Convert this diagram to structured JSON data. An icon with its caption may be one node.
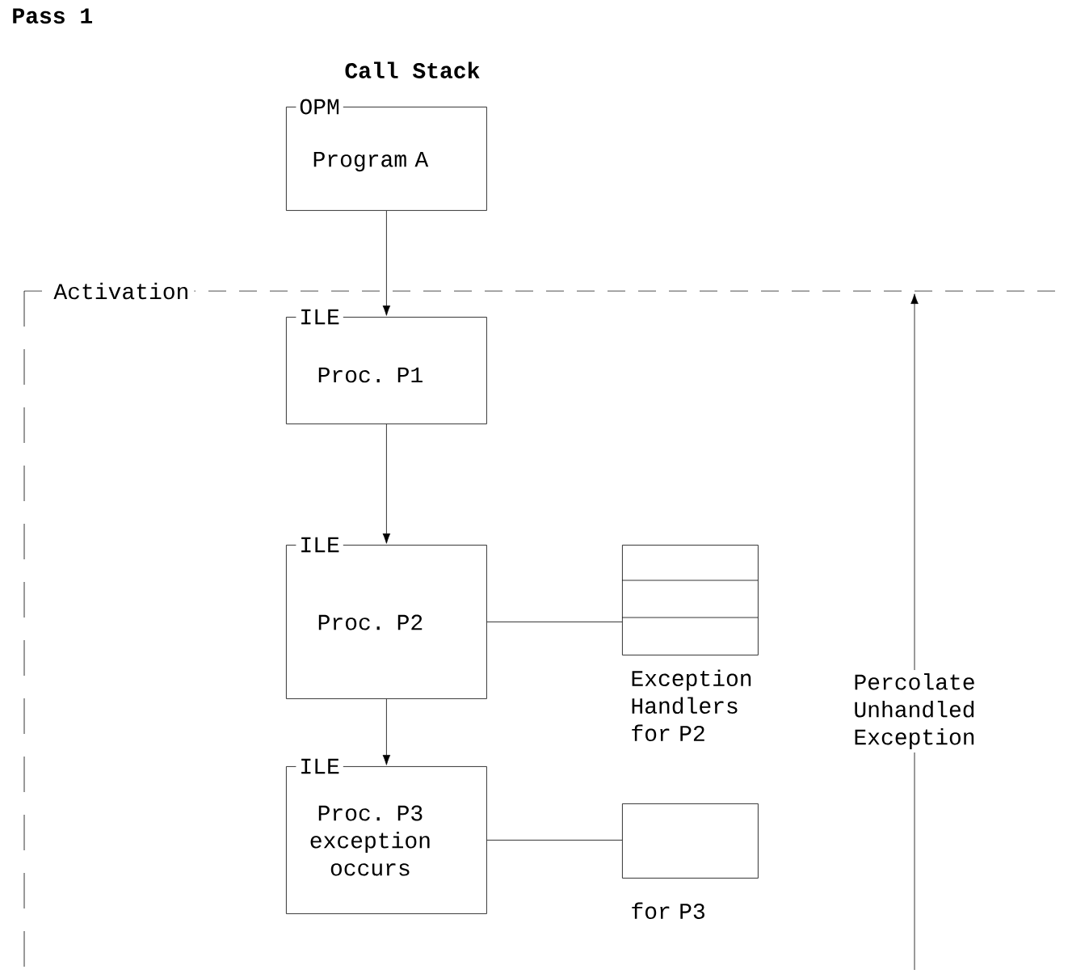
{
  "diagram": {
    "title": "Pass 1",
    "nodes": [
      {
        "text": [
          "Activation"
        ]
      },
      {
        "text": [
          "OPM",
          "Program A"
        ]
      },
      {
        "text": [
          "ILE",
          "Proc. P1"
        ],
        "in": 0
      },
      {
        "text": [
          "ILE",
          "Proc. P2"
        ],
        "in": 0
      },
      {
        "text": [],
        "shape": "box",
        "beside": [
          "Exception Handlers for P2"
        ],
        "in": 0
      },
      {
        "text": [
          "ILE",
          "Proc. P3 exception occurs"
        ],
        "in": 0
      },
      {
        "text": [],
        "shape": "box",
        "beside": [
          "for P3"
        ],
        "in": 0
      }
    ],
    "edges": [
      {
        "from": 1,
        "to": 2,
        "arrow": "to"
      },
      {
        "from": 2,
        "to": 3,
        "arrow": "to"
      },
      {
        "from": 3,
        "to": 5,
        "arrow": "to"
      },
      {
        "from": 3,
        "to": 4,
        "arrow": "none"
      },
      {
        "from": 5,
        "to": 6,
        "arrow": "none"
      }
    ],
    "labels": [
      "Call Stack",
      "Percolate Unhandled Exception"
    ]
  }
}
